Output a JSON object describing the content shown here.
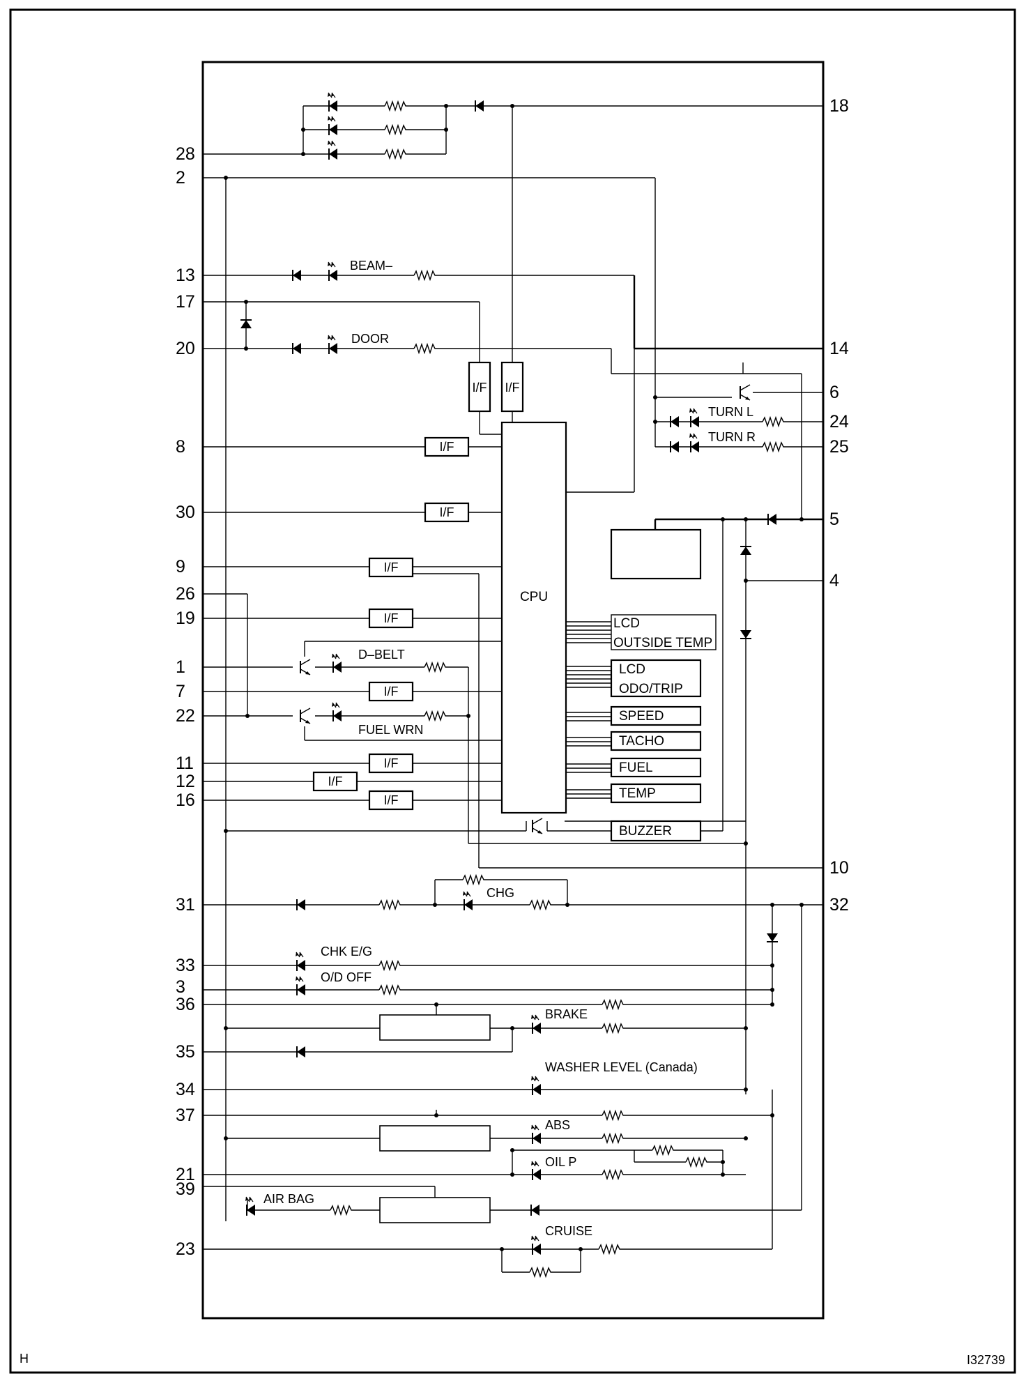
{
  "pins_left": {
    "p28": "28",
    "p2": "2",
    "p13": "13",
    "p17": "17",
    "p20": "20",
    "p8": "8",
    "p30": "30",
    "p9": "9",
    "p26": "26",
    "p19": "19",
    "p1": "1",
    "p7": "7",
    "p22": "22",
    "p11": "11",
    "p12": "12",
    "p16": "16",
    "p31": "31",
    "p33": "33",
    "p3": "3",
    "p36": "36",
    "p35": "35",
    "p34": "34",
    "p37": "37",
    "p21": "21",
    "p39": "39",
    "p23": "23"
  },
  "pins_right": {
    "p18": "18",
    "p14": "14",
    "p6": "6",
    "p24": "24",
    "p25": "25",
    "p5": "5",
    "p4": "4",
    "p10": "10",
    "p32": "32"
  },
  "labels": {
    "beam": "BEAM–",
    "door": "DOOR",
    "turn_l": "TURN L",
    "turn_r": "TURN R",
    "d_belt": "D–BELT",
    "fuel_wrn": "FUEL WRN",
    "chg": "CHG",
    "chk_eg": "CHK E/G",
    "od_off": "O/D OFF",
    "brake": "BRAKE",
    "washer": "WASHER LEVEL (Canada)",
    "abs": "ABS",
    "oil_p": "OIL P",
    "air_bag": "AIR BAG",
    "cruise": "CRUISE",
    "if": "I/F",
    "cpu": "CPU"
  },
  "gauges": {
    "lcd1_line1": "LCD",
    "lcd1_line2": "OUTSIDE TEMP",
    "lcd2_line1": "LCD",
    "lcd2_line2": "ODO/TRIP",
    "speed": "SPEED",
    "tacho": "TACHO",
    "fuel": "FUEL",
    "temp": "TEMP",
    "buzzer": "BUZZER"
  },
  "corner": {
    "left": "H",
    "right": "I32739"
  }
}
